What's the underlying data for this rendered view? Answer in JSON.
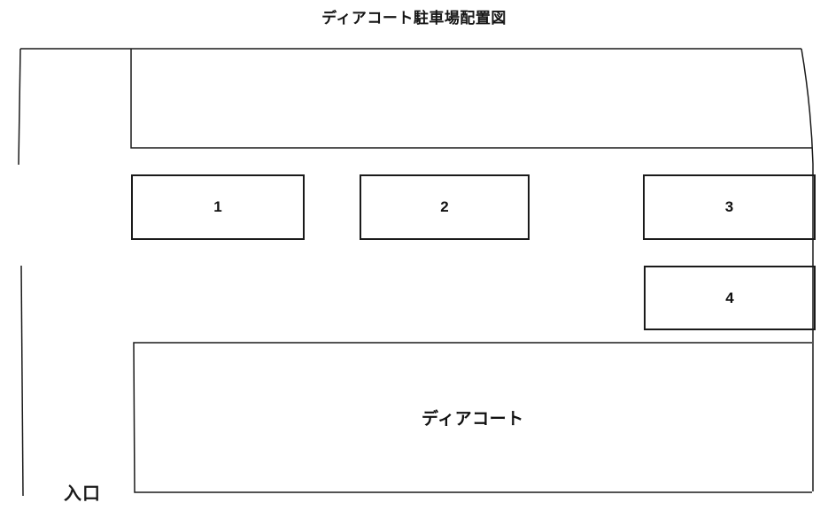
{
  "title": "ディアコート駐車場配置図",
  "building": {
    "label": "ディアコート"
  },
  "entrance": {
    "label": "入口"
  },
  "parking_spaces": [
    {
      "number": "1"
    },
    {
      "number": "2"
    },
    {
      "number": "3"
    },
    {
      "number": "4"
    }
  ],
  "colors": {
    "line": "#1a1a1a",
    "background": "#ffffff"
  }
}
